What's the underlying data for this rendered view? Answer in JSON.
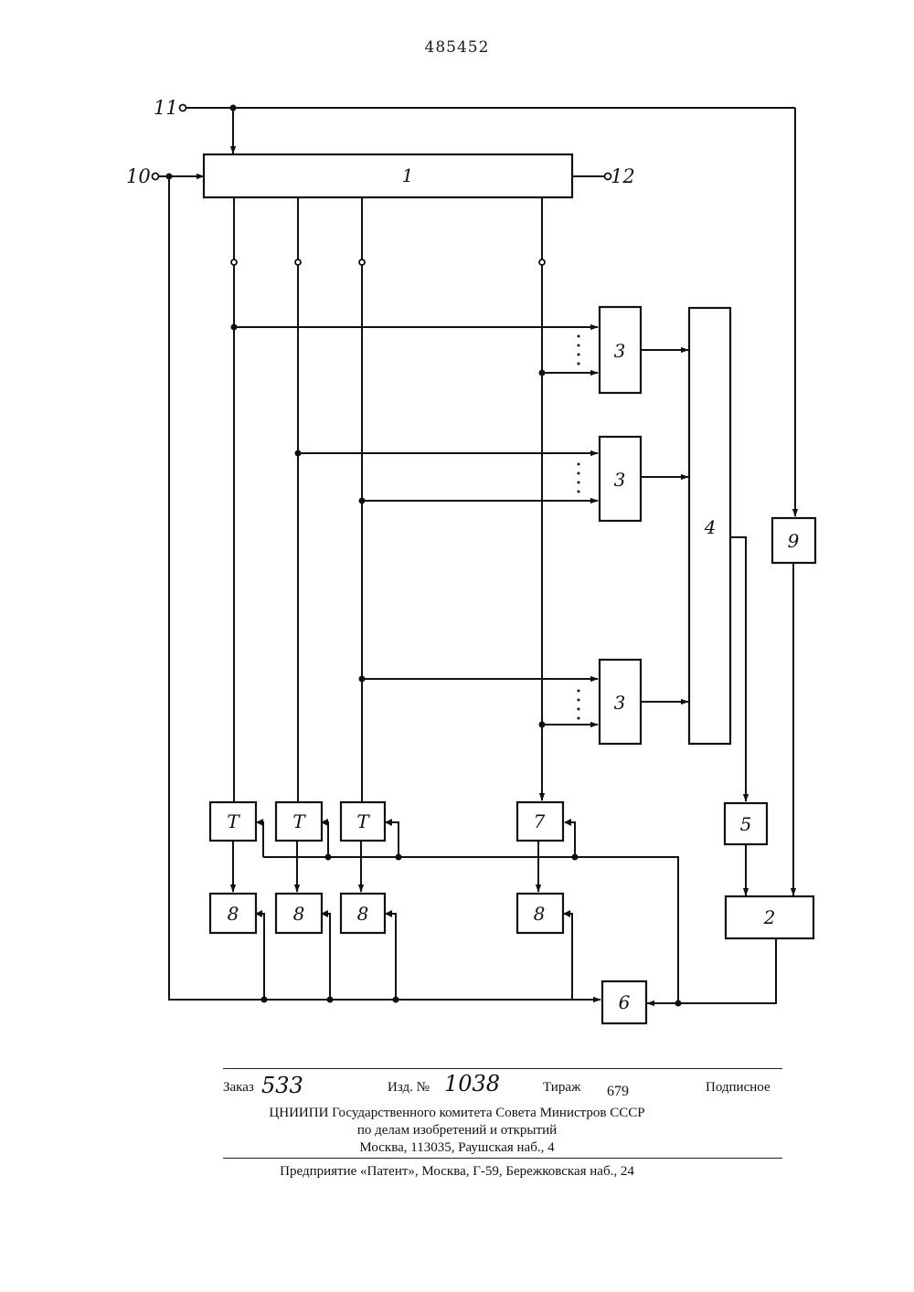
{
  "page": {
    "patent_number": "485452"
  },
  "diagram": {
    "terminals": {
      "t10": "10",
      "t11": "11",
      "t12": "12"
    },
    "blocks": {
      "b1": "1",
      "b2": "2",
      "b3": "3",
      "b4": "4",
      "b5": "5",
      "b6": "6",
      "b7": "7",
      "b8": "8",
      "b9": "9",
      "bT": "T"
    }
  },
  "footer": {
    "order_label": "Заказ",
    "order_value": "533",
    "edition_label": "Изд. №",
    "edition_value": "1038",
    "run_label": "Тираж",
    "run_value": "679",
    "subscription": "Подписное",
    "org_line1": "ЦНИИПИ Государственного комитета Совета Министров СССР",
    "org_line2": "по делам изобретений и открытий",
    "org_line3": "Москва, 113035, Раушская наб., 4",
    "enterprise": "Предприятие «Патент», Москва, Г-59, Бережковская наб., 24"
  }
}
